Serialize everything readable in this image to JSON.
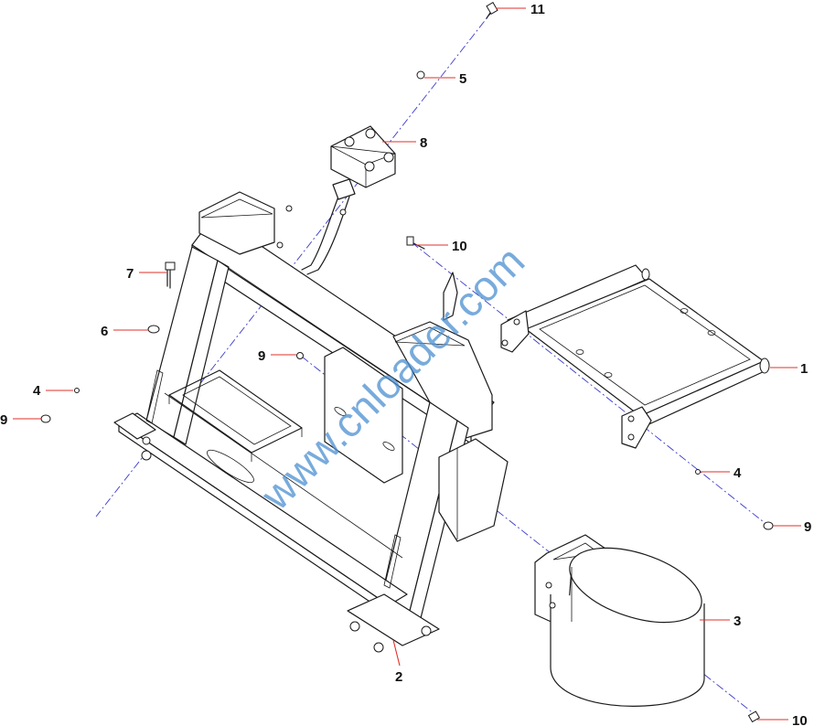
{
  "watermark": "www.cnloader.com",
  "colors": {
    "leader": "#e0302a",
    "centerline": "#3a3acc",
    "watermark": "#4b8fd0",
    "linework": "#1a1a1a"
  },
  "callouts": [
    {
      "id": "c11",
      "label": "11"
    },
    {
      "id": "c5",
      "label": "5"
    },
    {
      "id": "c8",
      "label": "8"
    },
    {
      "id": "c10a",
      "label": "10"
    },
    {
      "id": "c7",
      "label": "7"
    },
    {
      "id": "c6",
      "label": "6"
    },
    {
      "id": "c9a",
      "label": "9"
    },
    {
      "id": "c1",
      "label": "1"
    },
    {
      "id": "c4a",
      "label": "4"
    },
    {
      "id": "c9b",
      "label": "9"
    },
    {
      "id": "c4b",
      "label": "4"
    },
    {
      "id": "c9c",
      "label": "9"
    },
    {
      "id": "c3",
      "label": "3"
    },
    {
      "id": "c2",
      "label": "2"
    },
    {
      "id": "c10b",
      "label": "10"
    }
  ]
}
